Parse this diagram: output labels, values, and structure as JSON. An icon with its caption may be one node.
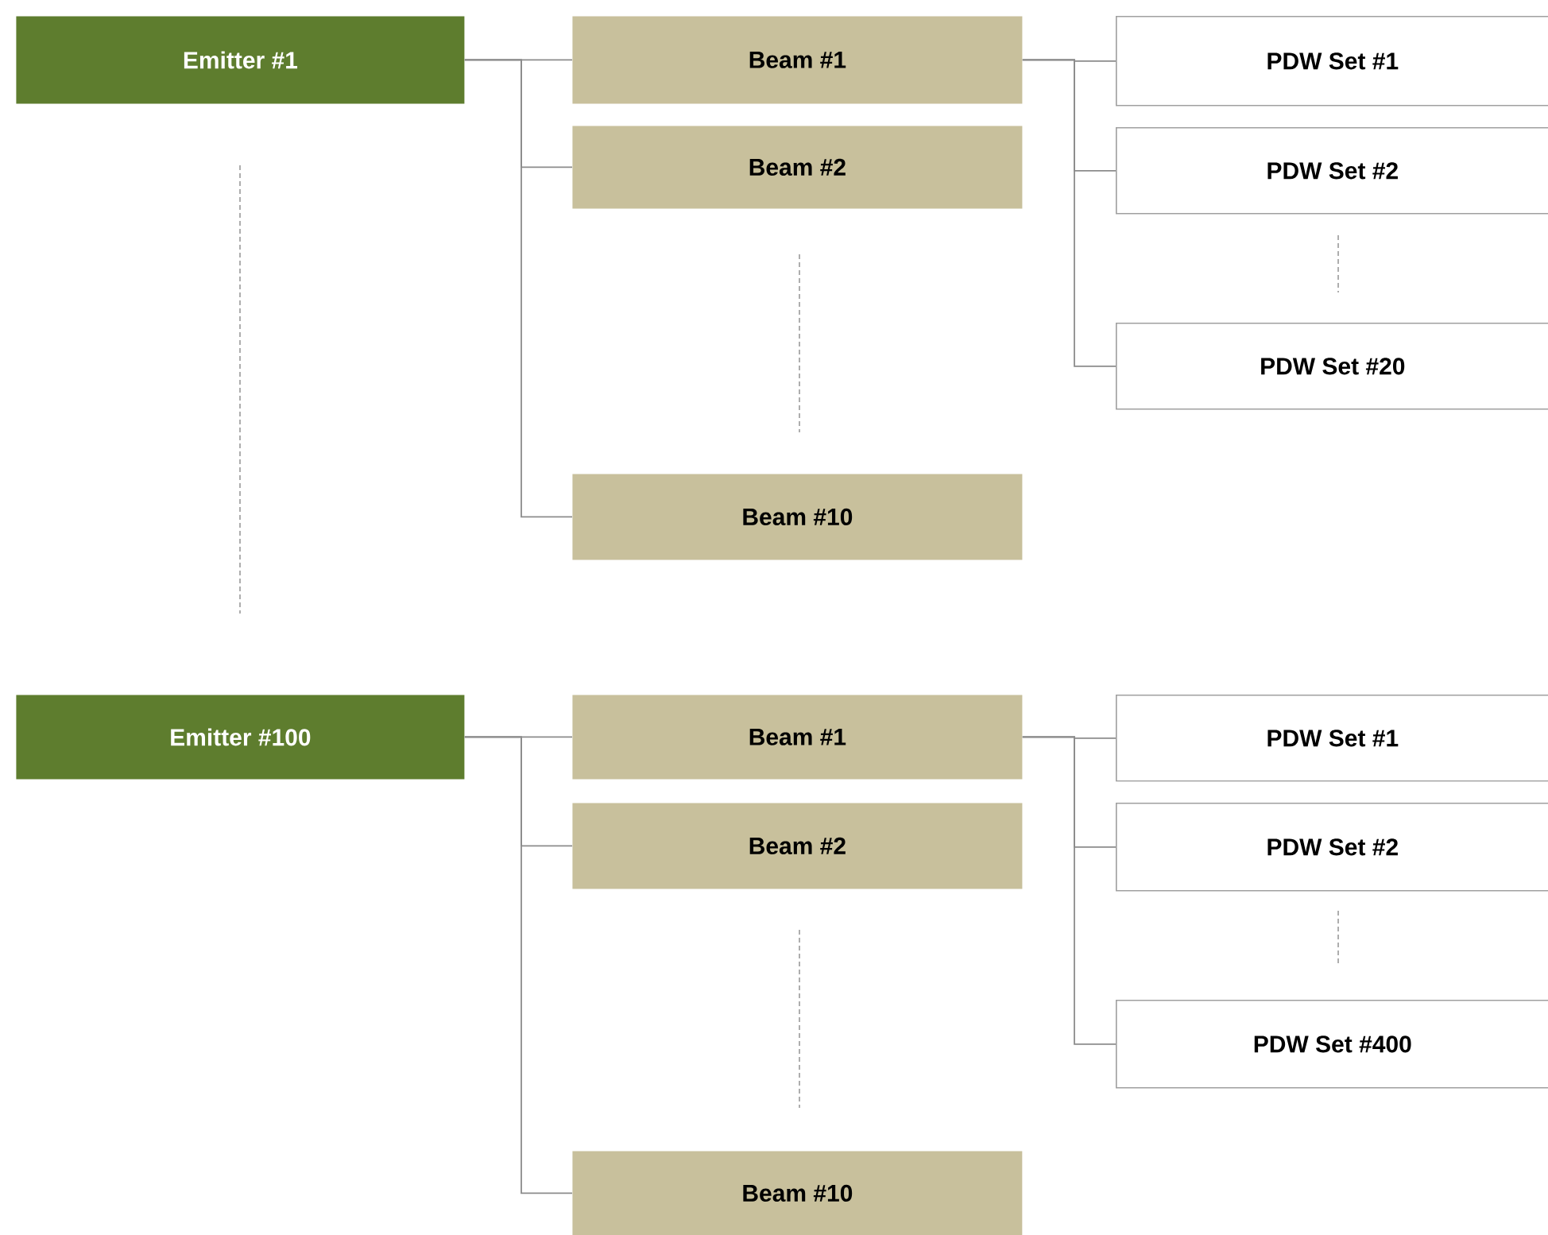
{
  "diagram": {
    "nodes": [
      {
        "text": [
          "Emitter #1"
        ]
      },
      {
        "text": [
          "Beam #1"
        ]
      },
      {
        "text": [
          "Beam #2"
        ]
      },
      {
        "text": [
          "Beam #10"
        ]
      },
      {
        "text": [
          "PDW Set #1"
        ]
      },
      {
        "text": [
          "PDW Set #2"
        ]
      },
      {
        "text": [
          "PDW Set #20"
        ]
      },
      {
        "text": [
          "Emitter #100"
        ]
      },
      {
        "text": [
          "Beam #1"
        ]
      },
      {
        "text": [
          "Beam #2"
        ]
      },
      {
        "text": [
          "Beam #10"
        ]
      },
      {
        "text": [
          "PDW Set #1"
        ]
      },
      {
        "text": [
          "PDW Set #2"
        ]
      },
      {
        "text": [
          "PDW Set #400"
        ]
      }
    ],
    "edges": [
      {
        "from": 0,
        "to": 1,
        "arrow": "none"
      },
      {
        "from": 0,
        "to": 2,
        "arrow": "none"
      },
      {
        "from": 0,
        "to": 3,
        "arrow": "none"
      },
      {
        "from": 1,
        "to": 4,
        "arrow": "none"
      },
      {
        "from": 1,
        "to": 5,
        "arrow": "none"
      },
      {
        "from": 1,
        "to": 6,
        "arrow": "none"
      },
      {
        "from": 7,
        "to": 8,
        "arrow": "none"
      },
      {
        "from": 7,
        "to": 9,
        "arrow": "none"
      },
      {
        "from": 7,
        "to": 10,
        "arrow": "none"
      },
      {
        "from": 8,
        "to": 11,
        "arrow": "none"
      },
      {
        "from": 8,
        "to": 12,
        "arrow": "none"
      },
      {
        "from": 8,
        "to": 13,
        "arrow": "none"
      }
    ]
  }
}
